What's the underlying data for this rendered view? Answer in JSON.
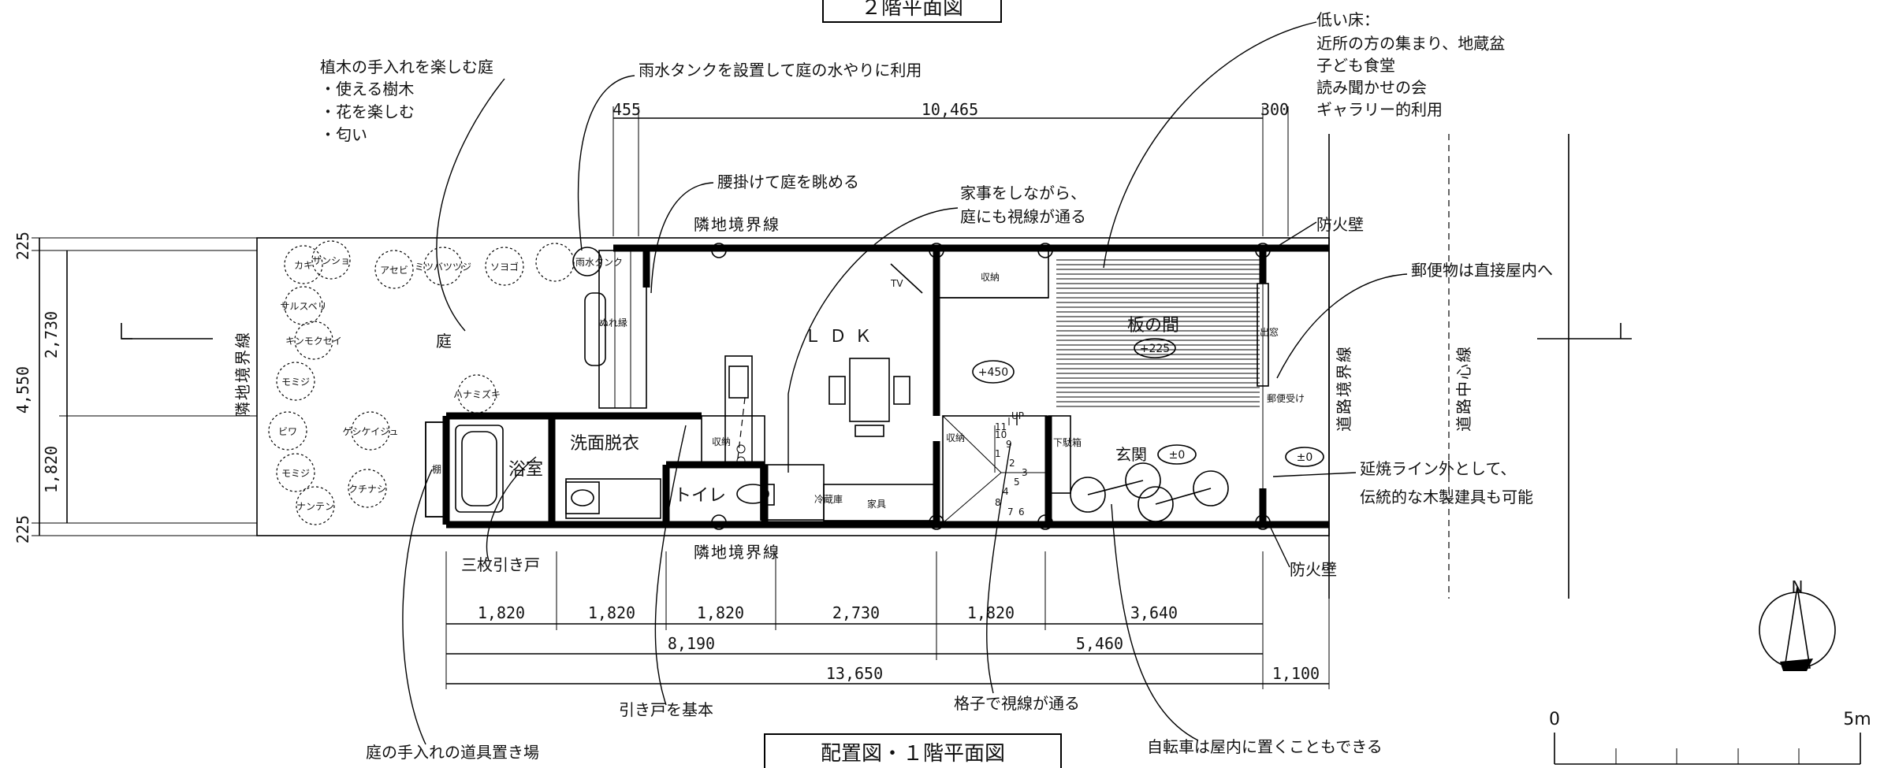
{
  "titles": {
    "upper_floor": "２階平面図",
    "site_ground_floor": "配置図・１階平面図"
  },
  "rooms": {
    "garden": "庭",
    "ldk": "ＬＤＫ",
    "itanoma": "板の間",
    "genkan": "玄関",
    "bathroom": "浴室",
    "washroom": "洗面脱衣",
    "toilet": "トイレ",
    "storage_upper": "収納",
    "storage_stair": "収納",
    "storage_wash": "収納",
    "tv": "TV",
    "engawa": "ぬれ縁",
    "shelf": "棚",
    "fridge": "冷蔵庫",
    "furniture": "家具",
    "shoe_box": "下駄箱",
    "mail_slot": "郵便受け",
    "storage_entry": "出窓",
    "stair_up": "UP",
    "stair_steps": [
      "1",
      "2",
      "3",
      "4",
      "5",
      "6",
      "7",
      "8",
      "9",
      "10",
      "11"
    ]
  },
  "levels": {
    "ldk_raise": "+450",
    "itanoma": "+225",
    "genkan": "±0",
    "outside": "±0"
  },
  "trees": [
    {
      "label": "カキ"
    },
    {
      "label": "サンショ"
    },
    {
      "label": "アセビ"
    },
    {
      "label": "ミツバツツジ"
    },
    {
      "label": "ソヨゴ"
    },
    {
      "label": "サルスベリ"
    },
    {
      "label": "キンモクセイ"
    },
    {
      "label": "モミジ"
    },
    {
      "label": "ハナミズキ"
    },
    {
      "label": "ビワ"
    },
    {
      "label": "ゲシケイジュ"
    },
    {
      "label": "モミジ"
    },
    {
      "label": "クチナシ"
    },
    {
      "label": "ナンテン"
    }
  ],
  "rain_tank": "雨水タンク",
  "boundary": {
    "top": "隣地境界線",
    "bottom": "隣地境界線",
    "left": "隣地境界線",
    "road": "道路境界線",
    "road_center": "道路中心線",
    "firewall_top": "防火壁",
    "firewall_bottom": "防火壁"
  },
  "notes": {
    "garden_title": "植木の手入れを楽しむ庭",
    "garden_b1": "・使える樹木",
    "garden_b2": "・花を楽しむ",
    "garden_b3": "・匂い",
    "rain": "雨水タンクを設置して庭の水やりに利用",
    "sit": "腰掛けて庭を眺める",
    "housework_1": "家事をしながら、",
    "housework_2": "庭にも視線が通る",
    "low_floor_title": "低い床：",
    "low_floor_1": "近所の方の集まり、地蔵盆",
    "low_floor_2": "子ども食堂",
    "low_floor_3": "読み聞かせの会",
    "low_floor_4": "ギャラリー的利用",
    "mail": "郵便物は直接屋内へ",
    "fire_1": "延焼ライン外として、",
    "fire_2": "伝統的な木製建具も可能",
    "three_door": "三枚引き戸",
    "sliding": "引き戸を基本",
    "lattice": "格子で視線が通る",
    "bicycle": "自転車は屋内に置くこともできる",
    "tools": "庭の手入れの道具置き場"
  },
  "dims": {
    "top": [
      "455",
      "10,465",
      "300"
    ],
    "left": [
      "225",
      "2,730",
      "4,550",
      "1,820",
      "225"
    ],
    "row1": [
      "1,820",
      "1,820",
      "1,820",
      "2,730",
      "1,820",
      "3,640"
    ],
    "row2": [
      "8,190",
      "5,460"
    ],
    "row3": [
      "13,650",
      "1,100"
    ]
  },
  "compass": "N",
  "scale": {
    "start": "0",
    "end": "5m"
  }
}
